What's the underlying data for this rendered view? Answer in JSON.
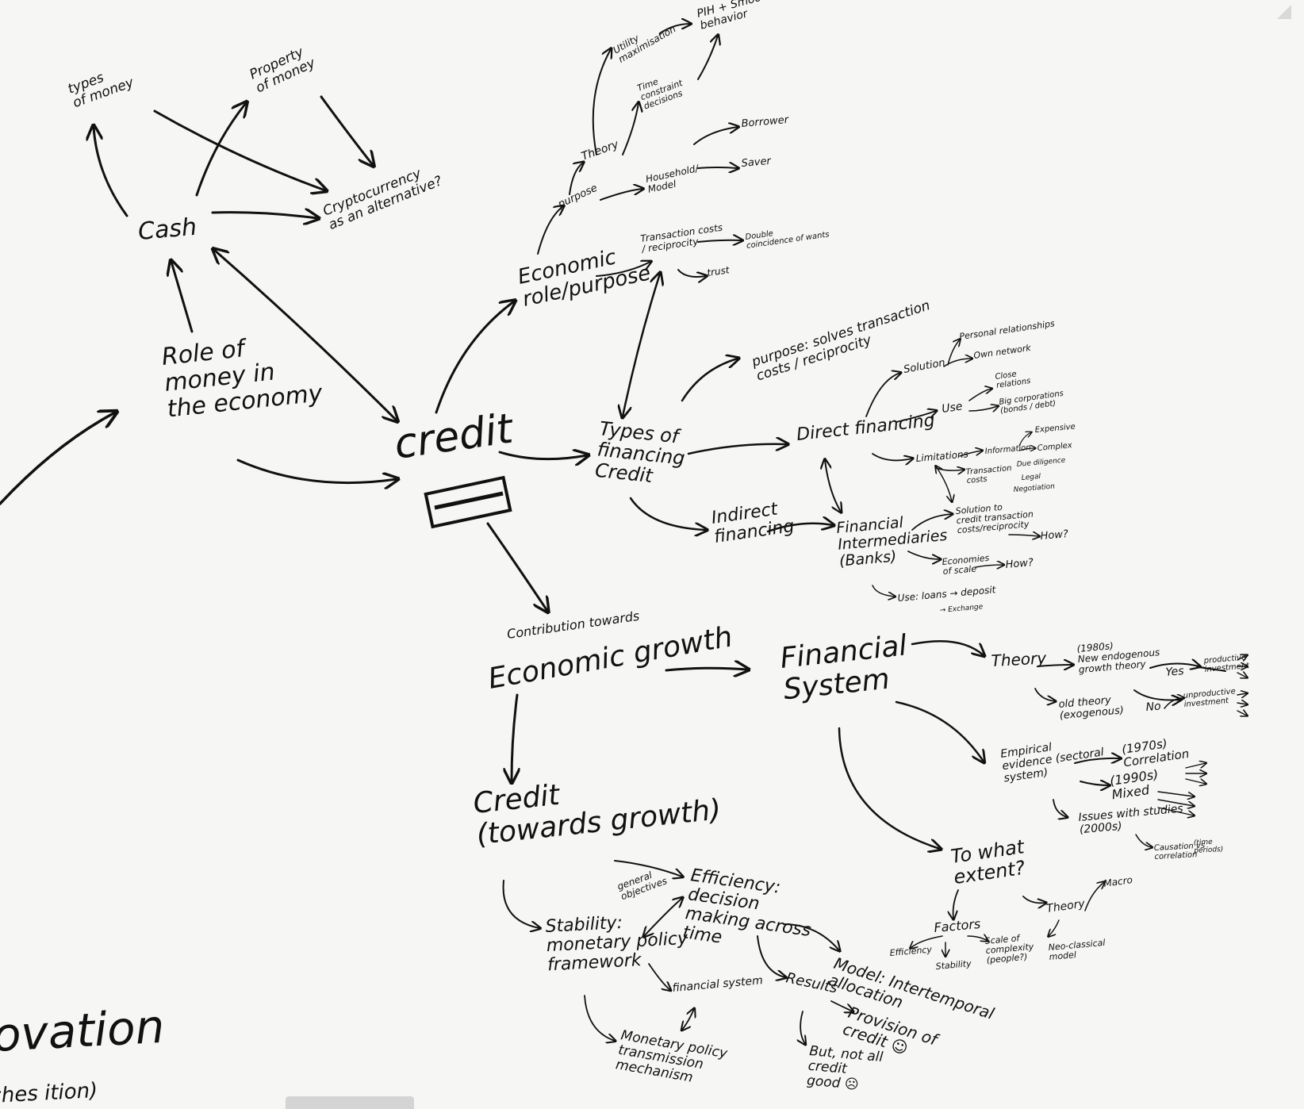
{
  "nodes": [
    {
      "id": "types_money",
      "lines": [
        "types",
        "of money"
      ]
    },
    {
      "id": "property_money",
      "lines": [
        "Property",
        "of money"
      ]
    },
    {
      "id": "crypto",
      "lines": [
        "Cryptocurrency",
        "as an alternative?"
      ]
    },
    {
      "id": "cash",
      "lines": [
        "Cash"
      ]
    },
    {
      "id": "role_money",
      "lines": [
        "Role of",
        "money in",
        "the economy"
      ]
    },
    {
      "id": "credit",
      "lines": [
        "credit"
      ]
    },
    {
      "id": "economic_role",
      "lines": [
        "Economic",
        "role/purpose"
      ]
    },
    {
      "id": "purpose",
      "lines": [
        "purpose"
      ]
    },
    {
      "id": "theory_top",
      "lines": [
        "Theory"
      ]
    },
    {
      "id": "utility",
      "lines": [
        "Utility",
        "maximisation"
      ]
    },
    {
      "id": "pih",
      "lines": [
        "PIH + Smoothing",
        "behavior"
      ]
    },
    {
      "id": "time_constraint",
      "lines": [
        "Time",
        "constraint",
        "decisions"
      ]
    },
    {
      "id": "household_model",
      "lines": [
        "Household/",
        "Model"
      ]
    },
    {
      "id": "borrower",
      "lines": [
        "Borrower"
      ]
    },
    {
      "id": "saver",
      "lines": [
        "Saver"
      ]
    },
    {
      "id": "transaction_costs",
      "lines": [
        "Transaction costs",
        "/ reciprocity"
      ]
    },
    {
      "id": "double_coincidence",
      "lines": [
        "Double",
        "coincidence of wants"
      ]
    },
    {
      "id": "trust",
      "lines": [
        "trust"
      ]
    },
    {
      "id": "types_financing",
      "lines": [
        "Types of",
        "financing",
        "Credit"
      ]
    },
    {
      "id": "purpose_solves",
      "lines": [
        "purpose: solves transaction",
        "costs / reciprocity"
      ]
    },
    {
      "id": "direct_financing",
      "lines": [
        "Direct financing"
      ]
    },
    {
      "id": "solution",
      "lines": [
        "Solution"
      ]
    },
    {
      "id": "personal_rel",
      "lines": [
        "Personal relationships"
      ]
    },
    {
      "id": "own_network",
      "lines": [
        "Own network"
      ]
    },
    {
      "id": "use_direct",
      "lines": [
        "Use"
      ]
    },
    {
      "id": "close_relations",
      "lines": [
        "Close",
        "relations"
      ]
    },
    {
      "id": "big_corporations",
      "lines": [
        "Big corporations",
        "(bonds / debt)"
      ]
    },
    {
      "id": "limitations",
      "lines": [
        "Limitations"
      ]
    },
    {
      "id": "information",
      "lines": [
        "Information"
      ]
    },
    {
      "id": "expensive",
      "lines": [
        "Expensive"
      ]
    },
    {
      "id": "complex",
      "lines": [
        "Complex"
      ]
    },
    {
      "id": "transaction_cost2",
      "lines": [
        "Transaction",
        "costs"
      ]
    },
    {
      "id": "due_diligence",
      "lines": [
        "Due diligence"
      ]
    },
    {
      "id": "legal",
      "lines": [
        "Legal"
      ]
    },
    {
      "id": "negotiation",
      "lines": [
        "Negotiation"
      ]
    },
    {
      "id": "indirect_financing",
      "lines": [
        "Indirect",
        "financing"
      ]
    },
    {
      "id": "fin_intermediaries",
      "lines": [
        "Financial",
        "Intermediaries",
        "(Banks)"
      ]
    },
    {
      "id": "solution_credit",
      "lines": [
        "Solution to",
        "credit transaction",
        "costs/reciprocity"
      ]
    },
    {
      "id": "how1",
      "lines": [
        "How?"
      ]
    },
    {
      "id": "economies_scale",
      "lines": [
        "Economies",
        "of scale"
      ]
    },
    {
      "id": "how2",
      "lines": [
        "How?"
      ]
    },
    {
      "id": "use_loans",
      "lines": [
        "Use: loans → deposit"
      ]
    },
    {
      "id": "exchange",
      "lines": [
        "→ Exchange"
      ]
    },
    {
      "id": "contribution",
      "lines": [
        "Contribution towards"
      ]
    },
    {
      "id": "economic_growth",
      "lines": [
        "Economic growth"
      ]
    },
    {
      "id": "financial_system",
      "lines": [
        "Financial",
        "System"
      ]
    },
    {
      "id": "theory_right",
      "lines": [
        "Theory"
      ]
    },
    {
      "id": "new_endogenous",
      "lines": [
        "(1980s)",
        "New endogenous",
        "growth theory"
      ]
    },
    {
      "id": "old_theory",
      "lines": [
        "old theory",
        "(exogenous)"
      ]
    },
    {
      "id": "yes",
      "lines": [
        "Yes"
      ]
    },
    {
      "id": "no",
      "lines": [
        "No"
      ]
    },
    {
      "id": "productive_invest",
      "lines": [
        "productive",
        "investment"
      ]
    },
    {
      "id": "unproductive_invest",
      "lines": [
        "unproductive",
        "investment"
      ]
    },
    {
      "id": "empirical",
      "lines": [
        "Empirical",
        "evidence (sectoral",
        "system)"
      ]
    },
    {
      "id": "correlation",
      "lines": [
        "(1970s)",
        "Correlation"
      ]
    },
    {
      "id": "mixed",
      "lines": [
        "(1990s)",
        "Mixed"
      ]
    },
    {
      "id": "issues",
      "lines": [
        "Issues with studies",
        "(2000s)"
      ]
    },
    {
      "id": "causation",
      "lines": [
        "Causation vs",
        "correlation"
      ]
    },
    {
      "id": "time_periods",
      "lines": [
        "(time",
        "periods)"
      ]
    },
    {
      "id": "to_what_extent",
      "lines": [
        "To what",
        "extent?"
      ]
    },
    {
      "id": "theory_low",
      "lines": [
        "Theory"
      ]
    },
    {
      "id": "macro",
      "lines": [
        "Macro"
      ]
    },
    {
      "id": "neo_classical",
      "lines": [
        "Neo-classical",
        "model"
      ]
    },
    {
      "id": "factors",
      "lines": [
        "Factors"
      ]
    },
    {
      "id": "efficiency_f",
      "lines": [
        "Efficiency"
      ]
    },
    {
      "id": "stability_f",
      "lines": [
        "Stability"
      ]
    },
    {
      "id": "scale_f",
      "lines": [
        "Scale of",
        "complexity",
        "(people?)"
      ]
    },
    {
      "id": "credit_growth",
      "lines": [
        "Credit",
        "(towards growth)"
      ]
    },
    {
      "id": "efficiency_main",
      "lines": [
        "Efficiency:",
        "decision",
        "making across",
        "time"
      ]
    },
    {
      "id": "general_obj",
      "lines": [
        "general",
        "objectives"
      ]
    },
    {
      "id": "stability_main",
      "lines": [
        "Stability:",
        "monetary policy",
        "framework"
      ]
    },
    {
      "id": "financial_system_low",
      "lines": [
        "financial system"
      ]
    },
    {
      "id": "monetary_transmission",
      "lines": [
        "Monetary policy",
        "transmission",
        "mechanism"
      ]
    },
    {
      "id": "model_intertemporal",
      "lines": [
        "Model: Intertemporal",
        "allocation"
      ]
    },
    {
      "id": "results",
      "lines": [
        "Results"
      ]
    },
    {
      "id": "provision_credit",
      "lines": [
        "Provision of",
        "credit ☺"
      ]
    },
    {
      "id": "but_not_all",
      "lines": [
        "But, not all",
        "credit",
        "good ☹"
      ]
    },
    {
      "id": "innovation",
      "lines": [
        "ovation"
      ]
    },
    {
      "id": "innovation_sub",
      "lines": [
        "ches    ition)"
      ]
    }
  ]
}
